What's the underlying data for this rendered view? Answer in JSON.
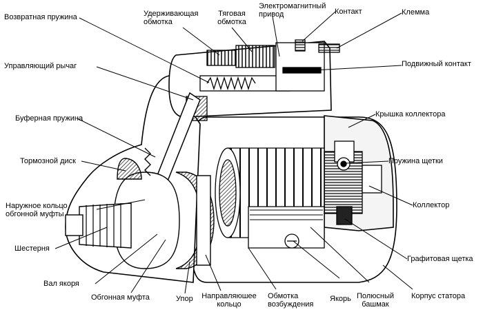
{
  "labels": {
    "return_spring": "Возвратная пружина",
    "holding_winding": "Удерживающая\nобмотка",
    "traction_winding": "Тяговая\nобмотка",
    "solenoid_drive": "Электромагнитный\nпривод",
    "contact": "Контакт",
    "terminal": "Клемма",
    "control_lever": "Управляющий рычаг",
    "moving_contact": "Подвижный контакт",
    "commutator_cover": "Крышка коллектора",
    "buffer_spring": "Буферная пружина",
    "brake_disc": "Тормозной диск",
    "brush_spring": "Пружина щетки",
    "outer_ring": "Наружное кольцо\nобгонной муфты",
    "commutator": "Коллектор",
    "pinion": "Шестерня",
    "graphite_brush": "Графитовая щетка",
    "armature_shaft": "Вал якоря",
    "overrunning_clutch": "Обгонная муфта",
    "stop": "Упор",
    "guide_ring": "Направляюшее\nкольцо",
    "field_winding": "Обмотка\nвозбуждения",
    "armature": "Якорь",
    "pole_shoe": "Полюсный\nбашмак",
    "stator_housing": "Корпус статора"
  }
}
